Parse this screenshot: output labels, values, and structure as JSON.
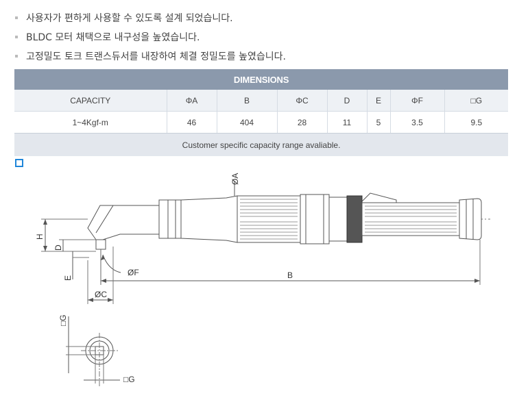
{
  "features": [
    "사용자가 편하게 사용할 수 있도록 설계 되었습니다.",
    "BLDC 모터 채택으로 내구성을 높였습니다.",
    "고정밀도 토크 트랜스듀서를 내장하여 체결 정밀도를 높였습니다."
  ],
  "dimensions": {
    "title": "DIMENSIONS",
    "headers": [
      "CAPACITY",
      "ΦA",
      "B",
      "ΦC",
      "D",
      "E",
      "ΦF",
      "□G"
    ],
    "row": [
      "1~4Kgf-m",
      "46",
      "404",
      "28",
      "11",
      "5",
      "3.5",
      "9.5"
    ],
    "note": "Customer specific capacity range avaliable."
  },
  "drawing": {
    "labels": {
      "A": "ØA",
      "B": "B",
      "C": "ØC",
      "F": "ØF",
      "H": "H",
      "D": "D",
      "E": "E",
      "G1": "□G",
      "G2": "□G"
    },
    "colors": {
      "icon": "#1f86d9",
      "header": "#8b99ac",
      "line": "#555555"
    }
  }
}
